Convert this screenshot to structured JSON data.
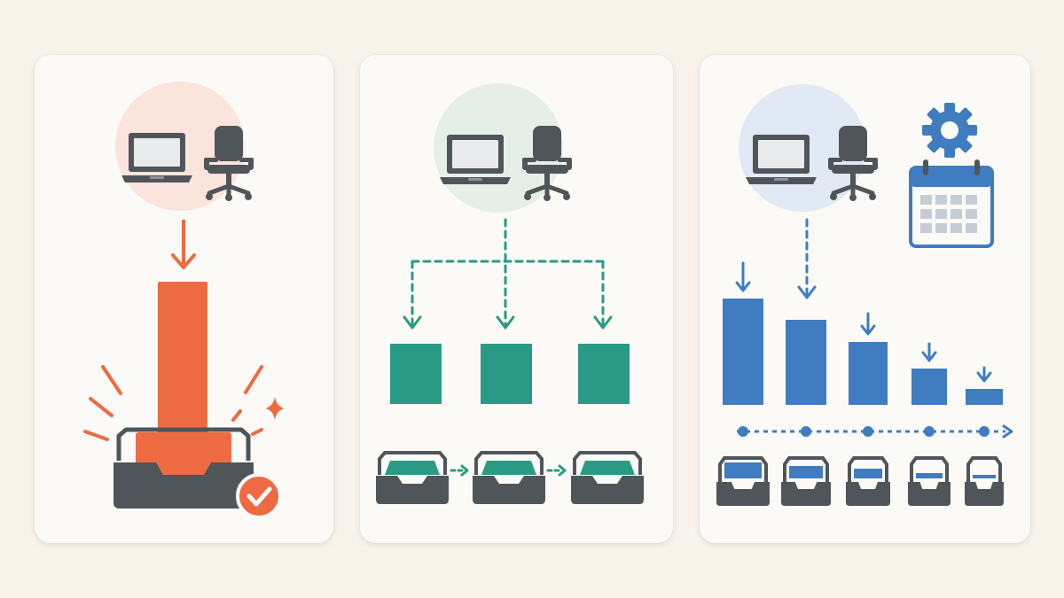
{
  "colors": {
    "background": "#f8f4ec",
    "card": "#fbfaf7",
    "dark": "#50555a",
    "orange": "#ee6a43",
    "orange_halo": "#fae4dc",
    "teal": "#2a9a84",
    "teal_halo": "#e5efe7",
    "blue": "#3f7cc0",
    "blue_halo": "#e1eaf4",
    "calendar_cell": "#c5ccd6"
  },
  "panels": [
    {
      "id": "panel-single-load",
      "description_icons": [
        "laptop-icon",
        "office-chair-icon",
        "down-arrow-icon",
        "single-block-icon",
        "inbox-tray-icon",
        "check-badge-icon",
        "burst-lines-icon",
        "sparkle-icon"
      ]
    },
    {
      "id": "panel-split-load",
      "blocks": 3,
      "description_icons": [
        "laptop-icon",
        "office-chair-icon",
        "branching-dashed-arrows-icon",
        "inbox-tray-icon"
      ]
    },
    {
      "id": "panel-scheduled-load",
      "block_levels": [
        1.0,
        0.8,
        0.59,
        0.34,
        0.15
      ],
      "description_icons": [
        "laptop-icon",
        "office-chair-icon",
        "gear-icon",
        "calendar-icon",
        "timeline-icon",
        "inbox-tray-icon"
      ]
    }
  ]
}
